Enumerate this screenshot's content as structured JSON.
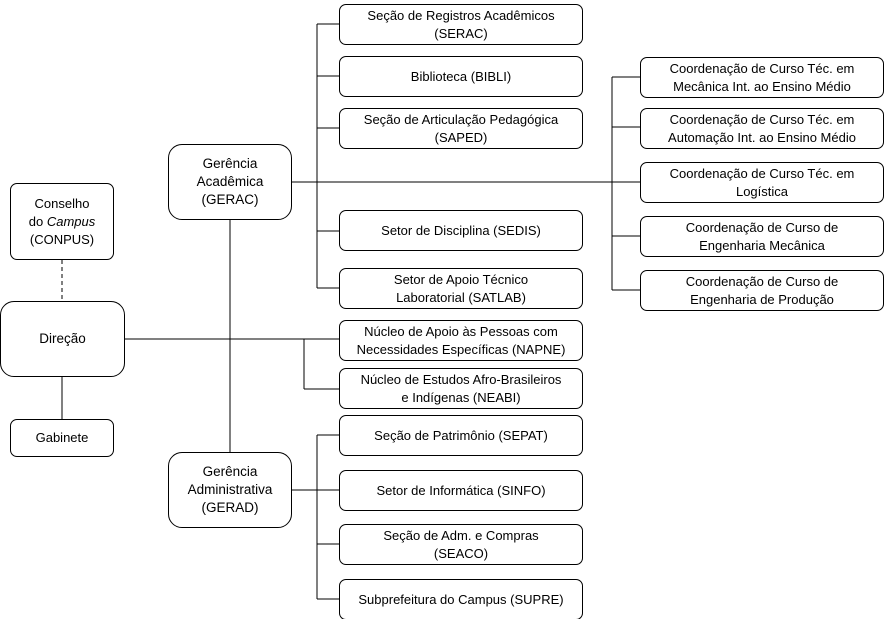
{
  "colors": {
    "stroke": "#000000",
    "box_fill": "#ffffff",
    "text": "#000000"
  },
  "nodes": {
    "conpus": {
      "line1": "Conselho",
      "line2_prefix": "do ",
      "line2_italic": "Campus",
      "line3": "(CONPUS)"
    },
    "direcao": {
      "line1": "Direção"
    },
    "gabinete": {
      "line1": "Gabinete"
    },
    "gerac": {
      "line1": "Gerência",
      "line2": "Acadêmica",
      "line3": "(GERAC)"
    },
    "gerad": {
      "line1": "Gerência",
      "line2": "Administrativa",
      "line3": "(GERAD)"
    },
    "serac": {
      "line1": "Seção de Registros Acadêmicos",
      "line2": "(SERAC)"
    },
    "bibli": {
      "line1": "Biblioteca (BIBLI)"
    },
    "saped": {
      "line1": "Seção de Articulação Pedagógica",
      "line2": "(SAPED)"
    },
    "sedis": {
      "line1": "Setor de Disciplina (SEDIS)"
    },
    "satlab": {
      "line1": "Setor de Apoio Técnico",
      "line2": "Laboratorial (SATLAB)"
    },
    "napne": {
      "line1": "Núcleo de Apoio às Pessoas com",
      "line2": "Necessidades Específicas (NAPNE)"
    },
    "neabi": {
      "line1": "Núcleo de Estudos Afro-Brasileiros",
      "line2": "e Indígenas (NEABI)"
    },
    "sepat": {
      "line1": "Seção de Patrimônio (SEPAT)"
    },
    "sinfo": {
      "line1": "Setor de Informática (SINFO)"
    },
    "seaco": {
      "line1": "Seção de Adm. e Compras",
      "line2": "(SEACO)"
    },
    "supre": {
      "line1": "Subprefeitura do Campus (SUPRE)"
    },
    "coord_mec_int": {
      "line1": "Coordenação de Curso Téc. em",
      "line2": "Mecânica Int. ao Ensino Médio"
    },
    "coord_aut_int": {
      "line1": "Coordenação de Curso Téc. em",
      "line2": "Automação Int. ao Ensino Médio"
    },
    "coord_log": {
      "line1": "Coordenação de Curso Téc. em",
      "line2": "Logística"
    },
    "coord_eng_mec": {
      "line1": "Coordenação de Curso de",
      "line2": "Engenharia Mecânica"
    },
    "coord_eng_prod": {
      "line1": "Coordenação de Curso de",
      "line2": "Engenharia de Produção"
    }
  }
}
